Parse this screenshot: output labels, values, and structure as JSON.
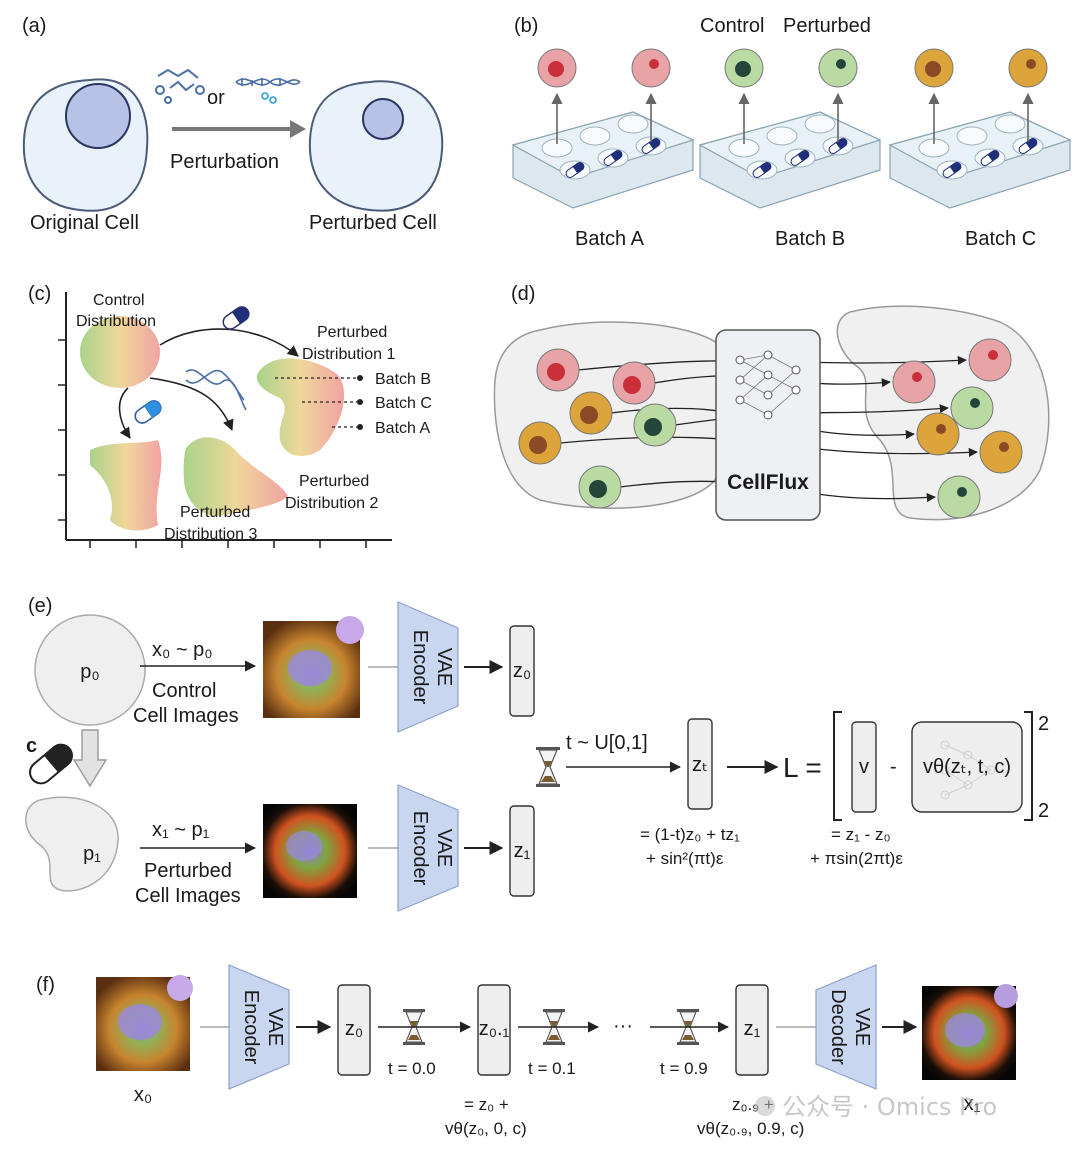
{
  "panel_a": {
    "letter": "(a)",
    "or_text": "or",
    "arrow_label": "Perturbation",
    "left_caption": "Original Cell",
    "right_caption": "Perturbed Cell"
  },
  "panel_b": {
    "letter": "(b)",
    "control_label": "Control",
    "perturbed_label": "Perturbed",
    "batches": [
      "Batch A",
      "Batch B",
      "Batch C"
    ],
    "colors": {
      "batch_a": "#e8a3a6",
      "batch_b": "#b9dba3",
      "batch_c": "#dca43b"
    }
  },
  "panel_c": {
    "letter": "(c)",
    "control_label_1": "Control",
    "control_label_2": "Distribution",
    "pert1_line1": "Perturbed",
    "pert1_line2": "Distribution 1",
    "pert2_line1": "Perturbed",
    "pert2_line2": "Distribution 2",
    "pert3_line1": "Perturbed",
    "pert3_line2": "Distribution 3",
    "batch_labels": [
      "Batch B",
      "Batch C",
      "Batch A"
    ]
  },
  "panel_d": {
    "letter": "(d)",
    "model_name": "CellFlux"
  },
  "panel_e": {
    "letter": "(e)",
    "p0": "p₀",
    "p1": "p₁",
    "sample0": "x₀ ~ p₀",
    "sample1": "x₁ ~ p₁",
    "control_images_1": "Control",
    "control_images_2": "Cell Images",
    "perturbed_images_1": "Perturbed",
    "perturbed_images_2": "Cell Images",
    "encoder_1": "VAE",
    "encoder_2": "Encoder",
    "z0": "z₀",
    "z1": "z₁",
    "zt": "zₜ",
    "c_label": "c",
    "t_sample": "t ~ U[0,1]",
    "loss_L": "L =",
    "v": "v",
    "minus": "-",
    "v_theta": "vθ(zₜ, t, c)",
    "sup2": "2",
    "sub2": "2",
    "zt_eq_1": "= (1-t)z₀ + tz₁",
    "zt_eq_2": "+ sin²(πt)ε",
    "v_eq_1": "= z₁ - z₀",
    "v_eq_2": "+ πsin(2πt)ε"
  },
  "panel_f": {
    "letter": "(f)",
    "x0": "x₀",
    "x1": "x₁",
    "encoder_1": "VAE",
    "encoder_2": "Encoder",
    "decoder_1": "VAE",
    "decoder_2": "Decoder",
    "z0": "z₀",
    "z01": "z₀.₁",
    "z1": "z₁",
    "t0": "t = 0.0",
    "t1": "t = 0.1",
    "t9": "t = 0.9",
    "ellipsis": "···",
    "eq1_1": "= z₀ +",
    "eq1_2": "vθ(z₀, 0, c)",
    "eq2_1": "z₀.₉ +",
    "eq2_2": "vθ(z₀.₉, 0.9, c)"
  },
  "watermark": "公众号 · Omics Pro",
  "palette": {
    "cell_fill": "#e9f1fa",
    "cell_stroke": "#4b5b78",
    "nucleus_fill": "#b6c2e6",
    "nucleus_stroke": "#2c3561",
    "encoder_fill": "#c9d6ef",
    "box_fill": "#eeeeee"
  }
}
